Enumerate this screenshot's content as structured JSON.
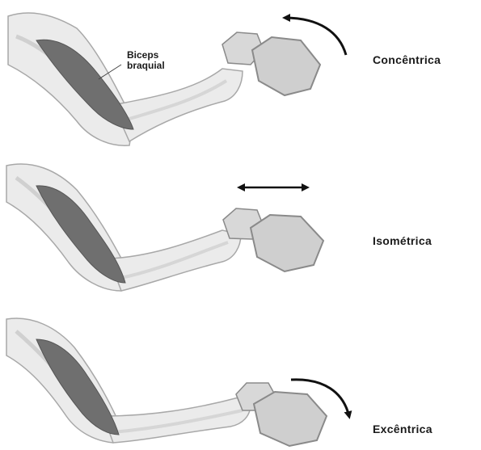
{
  "muscle_label": {
    "line1": "Biceps",
    "line2": "braquial"
  },
  "contractions": [
    {
      "label": "Concêntrica",
      "arrow": "counter-clockwise-curved-arrow"
    },
    {
      "label": "Isométrica",
      "arrow": "double-headed-horizontal-arrow"
    },
    {
      "label": "Excêntrica",
      "arrow": "clockwise-curved-arrow"
    }
  ],
  "colors": {
    "arm_fill": "#ebebeb",
    "arm_outline": "#a8a8a8",
    "muscle": "#6f6f6f",
    "bone": "#d6d6d6",
    "dumbbell": "#cfcfcf",
    "dumbbell_outline": "#8a8a8a",
    "arrow": "#111111"
  }
}
